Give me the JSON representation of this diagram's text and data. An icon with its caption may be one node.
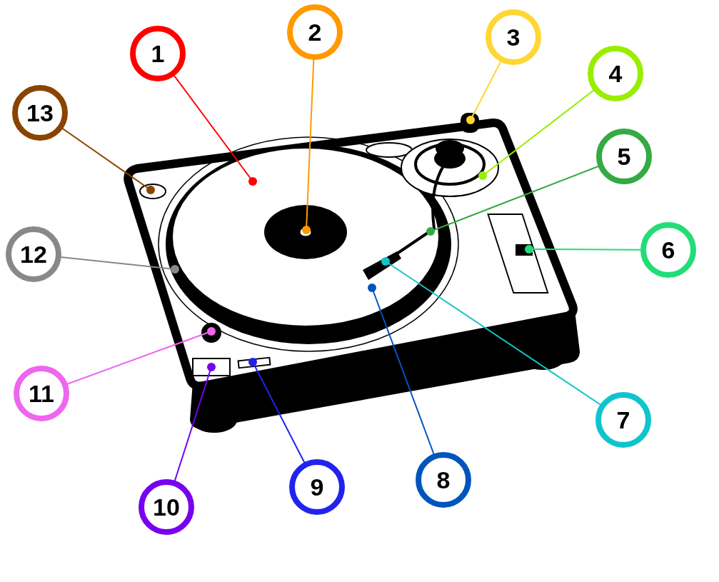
{
  "diagram": {
    "nodes": [
      {
        "text": [
          "1"
        ]
      },
      {
        "text": [
          "2"
        ]
      },
      {
        "text": [
          "3"
        ]
      },
      {
        "text": [
          "4"
        ]
      },
      {
        "text": [
          "5"
        ]
      },
      {
        "text": [
          "6"
        ]
      },
      {
        "text": [
          "7"
        ]
      },
      {
        "text": [
          "8"
        ]
      },
      {
        "text": [
          "9"
        ]
      },
      {
        "text": [
          "10"
        ]
      },
      {
        "text": [
          "11"
        ]
      },
      {
        "text": [
          "12"
        ]
      },
      {
        "text": [
          "13"
        ]
      }
    ],
    "edges": [
      {
        "from": 0,
        "to": null,
        "arrow": "other",
        "color": "#ff0000"
      },
      {
        "from": 1,
        "to": null,
        "arrow": "other",
        "color": "#ff9900"
      },
      {
        "from": 2,
        "to": null,
        "arrow": "other",
        "color": "#ffd633"
      },
      {
        "from": 3,
        "to": null,
        "arrow": "other",
        "color": "#99ee00"
      },
      {
        "from": 4,
        "to": null,
        "arrow": "other",
        "color": "#33aa44"
      },
      {
        "from": 5,
        "to": null,
        "arrow": "other",
        "color": "#22dd77"
      },
      {
        "from": 6,
        "to": null,
        "arrow": "other",
        "color": "#11c4cc"
      },
      {
        "from": 7,
        "to": null,
        "arrow": "other",
        "color": "#0055bb"
      },
      {
        "from": 8,
        "to": null,
        "arrow": "other",
        "color": "#2222ee"
      },
      {
        "from": 9,
        "to": null,
        "arrow": "other",
        "color": "#7700ee"
      },
      {
        "from": 10,
        "to": null,
        "arrow": "other",
        "color": "#ee66ee"
      },
      {
        "from": 11,
        "to": null,
        "arrow": "other",
        "color": "#888888"
      },
      {
        "from": 12,
        "to": null,
        "arrow": "other",
        "color": "#884400"
      }
    ]
  }
}
